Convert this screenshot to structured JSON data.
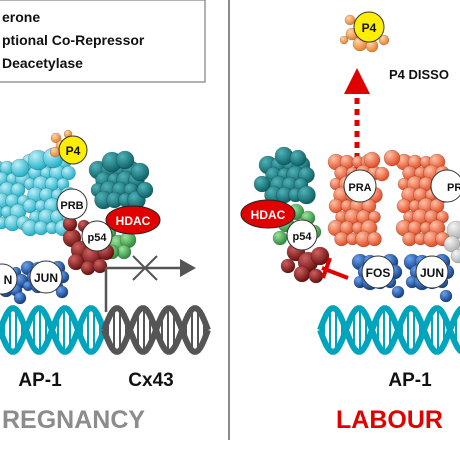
{
  "legend": {
    "lines": [
      "erone",
      "ptional Co-Repressor",
      "Deacetylase"
    ]
  },
  "left_panel": {
    "proteins": {
      "p4": "P4",
      "prb": "PRB",
      "hdac": "HDAC",
      "p54": "p54",
      "jun_a": "N",
      "jun_b": "JUN"
    },
    "dna_labels": {
      "ap1": "AP-1",
      "cx43": "Cx43"
    },
    "caption": "REGNANCY"
  },
  "right_panel": {
    "proteins": {
      "p4": "P4",
      "pra_a": "PRA",
      "pra_b": "PRA",
      "hdac": "HDAC",
      "p54": "p54",
      "fos": "FOS",
      "jun": "JUN"
    },
    "note": "P4 DISSO",
    "dna_labels": {
      "ap1": "AP-1"
    },
    "caption": "LABOUR"
  },
  "colors": {
    "teal": "#00a5bd",
    "light_blue": "#7fd6e6",
    "dark_teal": "#1a7f86",
    "dark_red": "#8b1a1a",
    "red_hdac": "#e10000",
    "green": "#4caf50",
    "blue": "#1a5fb4",
    "coral": "#f26a45",
    "orange": "#f29a4a",
    "yellow": "#ffee00",
    "gray_text": "#8c8c8c",
    "red_text": "#e00000",
    "dna_dark": "#555555"
  }
}
